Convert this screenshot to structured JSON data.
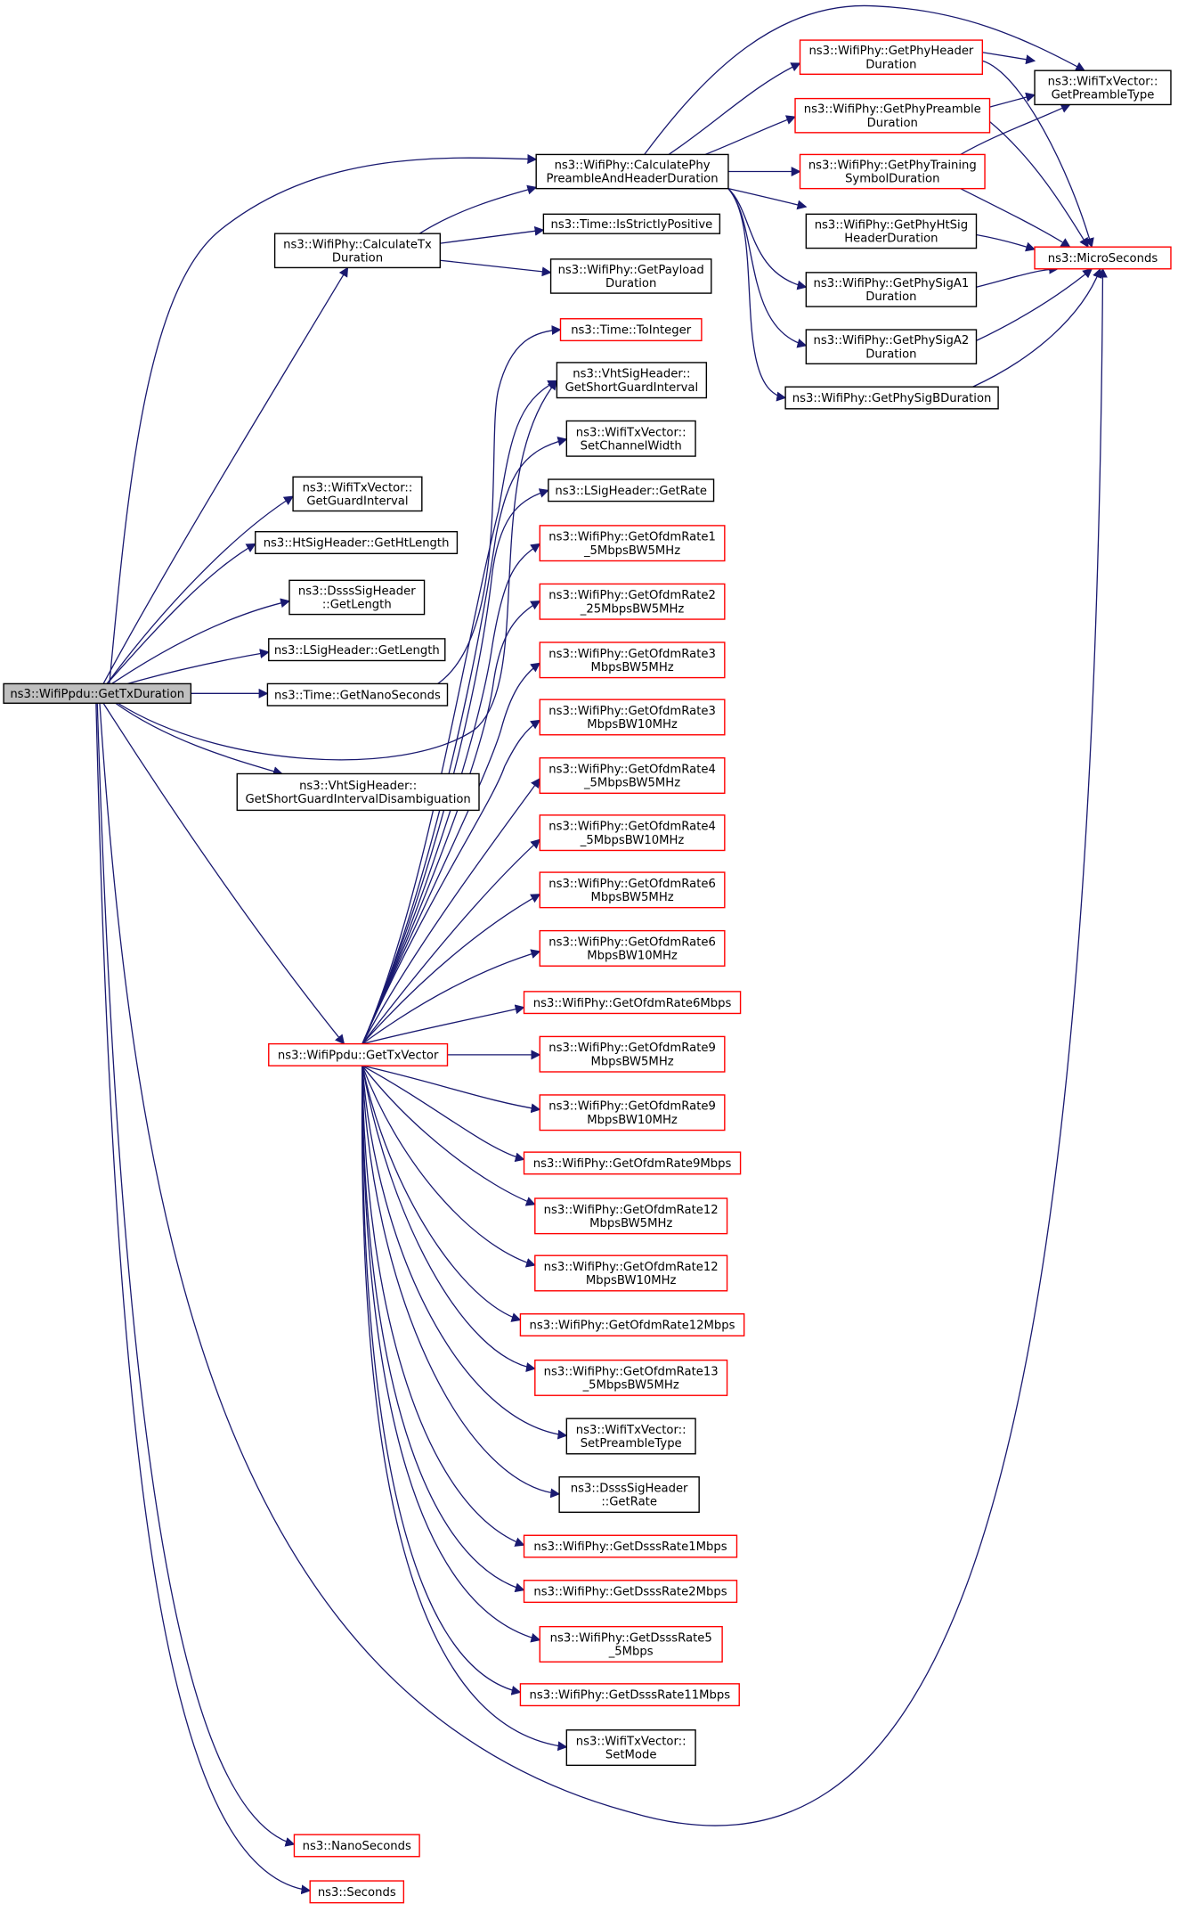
{
  "colors": {
    "edge": "#191970",
    "border_normal": "#000000",
    "border_truncated": "#ff0000",
    "root_fill": "#bfbfbf",
    "background": "#ffffff"
  },
  "nodes": [
    {
      "id": "root",
      "lines": [
        "ns3::WifiPpdu::GetTxDuration"
      ],
      "style": "root"
    },
    {
      "id": "calctx",
      "lines": [
        "ns3::WifiPhy::CalculateTx",
        "Duration"
      ],
      "style": "normal"
    },
    {
      "id": "calcphy",
      "lines": [
        "ns3::WifiPhy::CalculatePhy",
        "PreambleAndHeaderDuration"
      ],
      "style": "normal"
    },
    {
      "id": "isstrict",
      "lines": [
        "ns3::Time::IsStrictlyPositive"
      ],
      "style": "normal"
    },
    {
      "id": "getpayload",
      "lines": [
        "ns3::WifiPhy::GetPayload",
        "Duration"
      ],
      "style": "normal"
    },
    {
      "id": "phyheader",
      "lines": [
        "ns3::WifiPhy::GetPhyHeader",
        "Duration"
      ],
      "style": "truncated"
    },
    {
      "id": "phypreamble",
      "lines": [
        "ns3::WifiPhy::GetPhyPreamble",
        "Duration"
      ],
      "style": "truncated"
    },
    {
      "id": "phytraining",
      "lines": [
        "ns3::WifiPhy::GetPhyTraining",
        "SymbolDuration"
      ],
      "style": "truncated"
    },
    {
      "id": "phyhtsig",
      "lines": [
        "ns3::WifiPhy::GetPhyHtSig",
        "HeaderDuration"
      ],
      "style": "normal"
    },
    {
      "id": "physiga1",
      "lines": [
        "ns3::WifiPhy::GetPhySigA1",
        "Duration"
      ],
      "style": "normal"
    },
    {
      "id": "physiga2",
      "lines": [
        "ns3::WifiPhy::GetPhySigA2",
        "Duration"
      ],
      "style": "normal"
    },
    {
      "id": "physigb",
      "lines": [
        "ns3::WifiPhy::GetPhySigBDuration"
      ],
      "style": "normal"
    },
    {
      "id": "pretype",
      "lines": [
        "ns3::WifiTxVector::",
        "GetPreambleType"
      ],
      "style": "normal"
    },
    {
      "id": "micro",
      "lines": [
        "ns3::MicroSeconds"
      ],
      "style": "truncated"
    },
    {
      "id": "getguard",
      "lines": [
        "ns3::WifiTxVector::",
        "GetGuardInterval"
      ],
      "style": "normal"
    },
    {
      "id": "htlen",
      "lines": [
        "ns3::HtSigHeader::GetHtLength"
      ],
      "style": "normal"
    },
    {
      "id": "dssslen",
      "lines": [
        "ns3::DsssSigHeader",
        "::GetLength"
      ],
      "style": "normal"
    },
    {
      "id": "lsiglen",
      "lines": [
        "ns3::LSigHeader::GetLength"
      ],
      "style": "normal"
    },
    {
      "id": "getnano",
      "lines": [
        "ns3::Time::GetNanoSeconds"
      ],
      "style": "normal"
    },
    {
      "id": "vhtdisamb",
      "lines": [
        "ns3::VhtSigHeader::",
        "GetShortGuardIntervalDisambiguation"
      ],
      "style": "normal"
    },
    {
      "id": "gettxvec",
      "lines": [
        "ns3::WifiPpdu::GetTxVector"
      ],
      "style": "truncated"
    },
    {
      "id": "nanosec",
      "lines": [
        "ns3::NanoSeconds"
      ],
      "style": "truncated"
    },
    {
      "id": "seconds",
      "lines": [
        "ns3::Seconds"
      ],
      "style": "truncated"
    },
    {
      "id": "tointeger",
      "lines": [
        "ns3::Time::ToInteger"
      ],
      "style": "truncated"
    },
    {
      "id": "vhtsgi",
      "lines": [
        "ns3::VhtSigHeader::",
        "GetShortGuardInterval"
      ],
      "style": "normal"
    },
    {
      "id": "setchw",
      "lines": [
        "ns3::WifiTxVector::",
        "SetChannelWidth"
      ],
      "style": "normal"
    },
    {
      "id": "lsigrate",
      "lines": [
        "ns3::LSigHeader::GetRate"
      ],
      "style": "normal"
    },
    {
      "id": "r1_5bw5",
      "lines": [
        "ns3::WifiPhy::GetOfdmRate1",
        "_5MbpsBW5MHz"
      ],
      "style": "truncated"
    },
    {
      "id": "r2_25bw5",
      "lines": [
        "ns3::WifiPhy::GetOfdmRate2",
        "_25MbpsBW5MHz"
      ],
      "style": "truncated"
    },
    {
      "id": "r3bw5",
      "lines": [
        "ns3::WifiPhy::GetOfdmRate3",
        "MbpsBW5MHz"
      ],
      "style": "truncated"
    },
    {
      "id": "r3bw10",
      "lines": [
        "ns3::WifiPhy::GetOfdmRate3",
        "MbpsBW10MHz"
      ],
      "style": "truncated"
    },
    {
      "id": "r4_5bw5",
      "lines": [
        "ns3::WifiPhy::GetOfdmRate4",
        "_5MbpsBW5MHz"
      ],
      "style": "truncated"
    },
    {
      "id": "r4_5bw10",
      "lines": [
        "ns3::WifiPhy::GetOfdmRate4",
        "_5MbpsBW10MHz"
      ],
      "style": "truncated"
    },
    {
      "id": "r6bw5",
      "lines": [
        "ns3::WifiPhy::GetOfdmRate6",
        "MbpsBW5MHz"
      ],
      "style": "truncated"
    },
    {
      "id": "r6bw10",
      "lines": [
        "ns3::WifiPhy::GetOfdmRate6",
        "MbpsBW10MHz"
      ],
      "style": "truncated"
    },
    {
      "id": "r6",
      "lines": [
        "ns3::WifiPhy::GetOfdmRate6Mbps"
      ],
      "style": "truncated"
    },
    {
      "id": "r9bw5",
      "lines": [
        "ns3::WifiPhy::GetOfdmRate9",
        "MbpsBW5MHz"
      ],
      "style": "truncated"
    },
    {
      "id": "r9bw10",
      "lines": [
        "ns3::WifiPhy::GetOfdmRate9",
        "MbpsBW10MHz"
      ],
      "style": "truncated"
    },
    {
      "id": "r9",
      "lines": [
        "ns3::WifiPhy::GetOfdmRate9Mbps"
      ],
      "style": "truncated"
    },
    {
      "id": "r12bw5",
      "lines": [
        "ns3::WifiPhy::GetOfdmRate12",
        "MbpsBW5MHz"
      ],
      "style": "truncated"
    },
    {
      "id": "r12bw10",
      "lines": [
        "ns3::WifiPhy::GetOfdmRate12",
        "MbpsBW10MHz"
      ],
      "style": "truncated"
    },
    {
      "id": "r12",
      "lines": [
        "ns3::WifiPhy::GetOfdmRate12Mbps"
      ],
      "style": "truncated"
    },
    {
      "id": "r13_5bw5",
      "lines": [
        "ns3::WifiPhy::GetOfdmRate13",
        "_5MbpsBW5MHz"
      ],
      "style": "truncated"
    },
    {
      "id": "setpre",
      "lines": [
        "ns3::WifiTxVector::",
        "SetPreambleType"
      ],
      "style": "normal"
    },
    {
      "id": "dsssrate",
      "lines": [
        "ns3::DsssSigHeader",
        "::GetRate"
      ],
      "style": "normal"
    },
    {
      "id": "d1",
      "lines": [
        "ns3::WifiPhy::GetDsssRate1Mbps"
      ],
      "style": "truncated"
    },
    {
      "id": "d2",
      "lines": [
        "ns3::WifiPhy::GetDsssRate2Mbps"
      ],
      "style": "truncated"
    },
    {
      "id": "d5_5",
      "lines": [
        "ns3::WifiPhy::GetDsssRate5",
        "_5Mbps"
      ],
      "style": "truncated"
    },
    {
      "id": "d11",
      "lines": [
        "ns3::WifiPhy::GetDsssRate11Mbps"
      ],
      "style": "truncated"
    },
    {
      "id": "setmode",
      "lines": [
        "ns3::WifiTxVector::",
        "SetMode"
      ],
      "style": "normal"
    }
  ],
  "edges": [
    [
      "root",
      "calctx"
    ],
    [
      "root",
      "calcphy"
    ],
    [
      "root",
      "getguard"
    ],
    [
      "root",
      "htlen"
    ],
    [
      "root",
      "dssslen"
    ],
    [
      "root",
      "lsiglen"
    ],
    [
      "root",
      "getnano"
    ],
    [
      "root",
      "vhtsgi"
    ],
    [
      "root",
      "vhtdisamb"
    ],
    [
      "root",
      "gettxvec"
    ],
    [
      "root",
      "micro"
    ],
    [
      "root",
      "nanosec"
    ],
    [
      "root",
      "seconds"
    ],
    [
      "calctx",
      "calcphy"
    ],
    [
      "calctx",
      "isstrict"
    ],
    [
      "calctx",
      "getpayload"
    ],
    [
      "calcphy",
      "pretype"
    ],
    [
      "calcphy",
      "phyheader"
    ],
    [
      "calcphy",
      "phypreamble"
    ],
    [
      "calcphy",
      "phytraining"
    ],
    [
      "calcphy",
      "phyhtsig"
    ],
    [
      "calcphy",
      "physiga1"
    ],
    [
      "calcphy",
      "physiga2"
    ],
    [
      "calcphy",
      "physigb"
    ],
    [
      "phyheader",
      "pretype"
    ],
    [
      "phyheader",
      "micro"
    ],
    [
      "phypreamble",
      "pretype"
    ],
    [
      "phypreamble",
      "micro"
    ],
    [
      "phytraining",
      "pretype"
    ],
    [
      "phytraining",
      "micro"
    ],
    [
      "phyhtsig",
      "micro"
    ],
    [
      "physiga1",
      "micro"
    ],
    [
      "physiga2",
      "micro"
    ],
    [
      "physigb",
      "micro"
    ],
    [
      "getnano",
      "tointeger"
    ],
    [
      "gettxvec",
      "vhtsgi"
    ],
    [
      "gettxvec",
      "setchw"
    ],
    [
      "gettxvec",
      "lsigrate"
    ],
    [
      "gettxvec",
      "r1_5bw5"
    ],
    [
      "gettxvec",
      "r2_25bw5"
    ],
    [
      "gettxvec",
      "r3bw5"
    ],
    [
      "gettxvec",
      "r3bw10"
    ],
    [
      "gettxvec",
      "r4_5bw5"
    ],
    [
      "gettxvec",
      "r4_5bw10"
    ],
    [
      "gettxvec",
      "r6bw5"
    ],
    [
      "gettxvec",
      "r6bw10"
    ],
    [
      "gettxvec",
      "r6"
    ],
    [
      "gettxvec",
      "r9bw5"
    ],
    [
      "gettxvec",
      "r9bw10"
    ],
    [
      "gettxvec",
      "r9"
    ],
    [
      "gettxvec",
      "r12bw5"
    ],
    [
      "gettxvec",
      "r12bw10"
    ],
    [
      "gettxvec",
      "r12"
    ],
    [
      "gettxvec",
      "r13_5bw5"
    ],
    [
      "gettxvec",
      "setpre"
    ],
    [
      "gettxvec",
      "dsssrate"
    ],
    [
      "gettxvec",
      "d1"
    ],
    [
      "gettxvec",
      "d2"
    ],
    [
      "gettxvec",
      "d5_5"
    ],
    [
      "gettxvec",
      "d11"
    ],
    [
      "gettxvec",
      "setmode"
    ]
  ]
}
